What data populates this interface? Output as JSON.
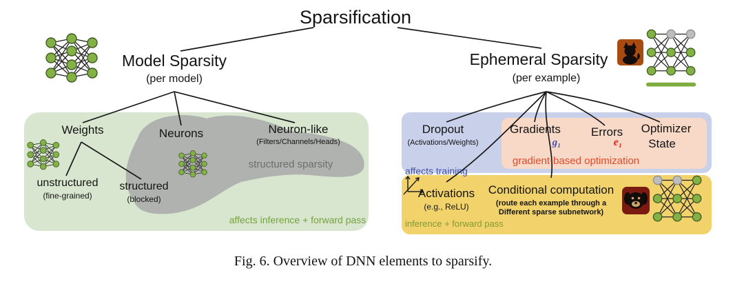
{
  "figure": {
    "title": "Sparsification",
    "caption": "Fig. 6.  Overview of DNN elements to sparsify."
  },
  "model": {
    "heading": "Model Sparsity",
    "subheading": "(per model)",
    "weights_label": "Weights",
    "neurons_label": "Neurons",
    "neuron_like_label": "Neuron-like",
    "neuron_like_sub": "(Filters/Channels/Heads)",
    "structured_sparsity_note": "structured sparsity",
    "unstructured_label": "unstructured",
    "unstructured_sub": "(fine-grained)",
    "structured_label": "structured",
    "structured_sub": "(blocked)",
    "footer_note": "affects inference + forward pass"
  },
  "ephemeral": {
    "heading": "Ephemeral Sparsity",
    "subheading": "(per example)",
    "dropout_label": "Dropout",
    "dropout_sub": "(Activations/Weights)",
    "gradients_label": "Gradients",
    "gradients_symbol": "g₁",
    "errors_label": "Errors",
    "errors_symbol": "e₁",
    "optimizer_label": "Optimizer",
    "optimizer_label2": "State",
    "gradient_based_note": "gradient-based optimization",
    "affects_training_note": "affects training",
    "activations_label": "Activations",
    "activations_sub": "(e.g., ReLU)",
    "conditional_label": "Conditional computation",
    "conditional_sub1": "(route each example through a",
    "conditional_sub2": "Different sparse subnetwork)",
    "footer_note": "inference + forward pass"
  },
  "icons": {
    "model_network": "neural-network-icon",
    "weights_network": "neural-network-icon",
    "neurons_network": "neural-network-icon",
    "ephemeral_network": "pruned-network-icon",
    "conditional_network": "pruned-network-icon",
    "cat": "cat-icon",
    "dog": "dog-icon",
    "relu_axes": "relu-plot-icon"
  },
  "colors": {
    "model_box": "#d8e6cf",
    "ephemeral_training_box": "#c9d0ea",
    "gradient_box": "#f8d8c6",
    "inference_box": "#f2d36b",
    "structured_blob": "#a5a5a5",
    "green_note": "#76a23e",
    "blue_note": "#4453a8",
    "red_note": "#e04a2a",
    "node_green": "#84b145"
  }
}
